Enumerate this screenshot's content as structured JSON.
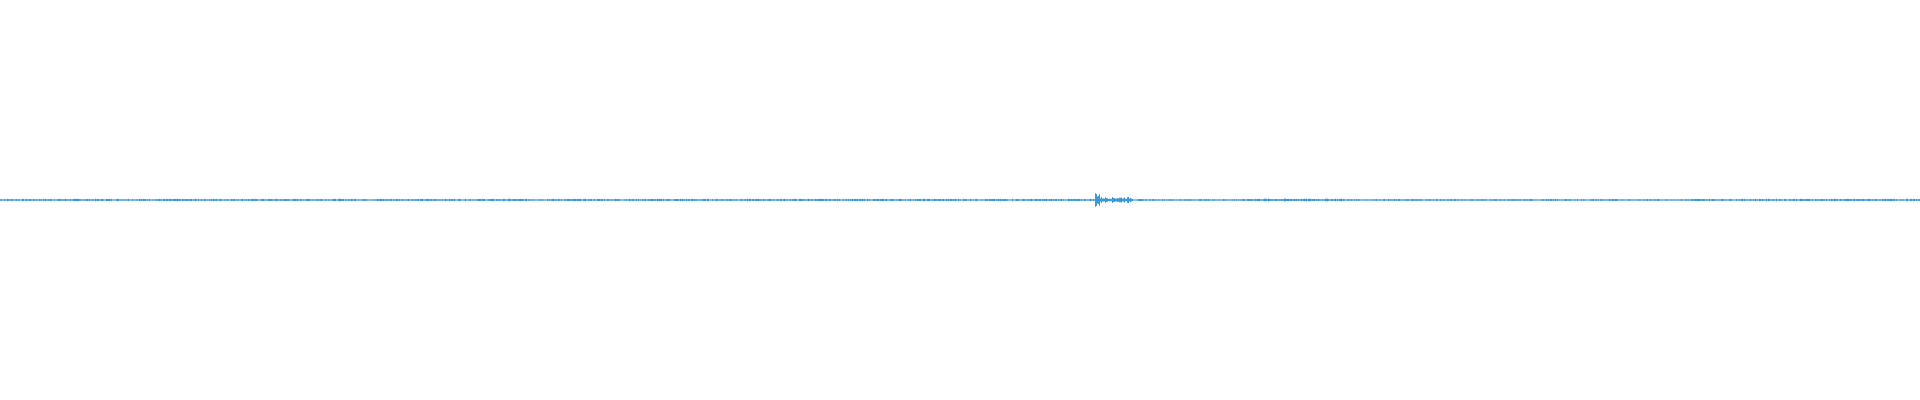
{
  "waveform": {
    "color": "#3a9ad9",
    "peak_level": 0.04,
    "segments": [
      {
        "from": 0.0,
        "to": 0.57,
        "level": 0.006
      },
      {
        "from": 0.57,
        "to": 0.5725,
        "level": 0.04
      },
      {
        "from": 0.5725,
        "to": 0.59,
        "level": 0.015
      },
      {
        "from": 0.59,
        "to": 0.65,
        "level": 0.005
      },
      {
        "from": 0.65,
        "to": 0.7,
        "level": 0.007
      },
      {
        "from": 0.7,
        "to": 0.88,
        "level": 0.005
      },
      {
        "from": 0.88,
        "to": 1.0,
        "level": 0.006
      }
    ]
  }
}
